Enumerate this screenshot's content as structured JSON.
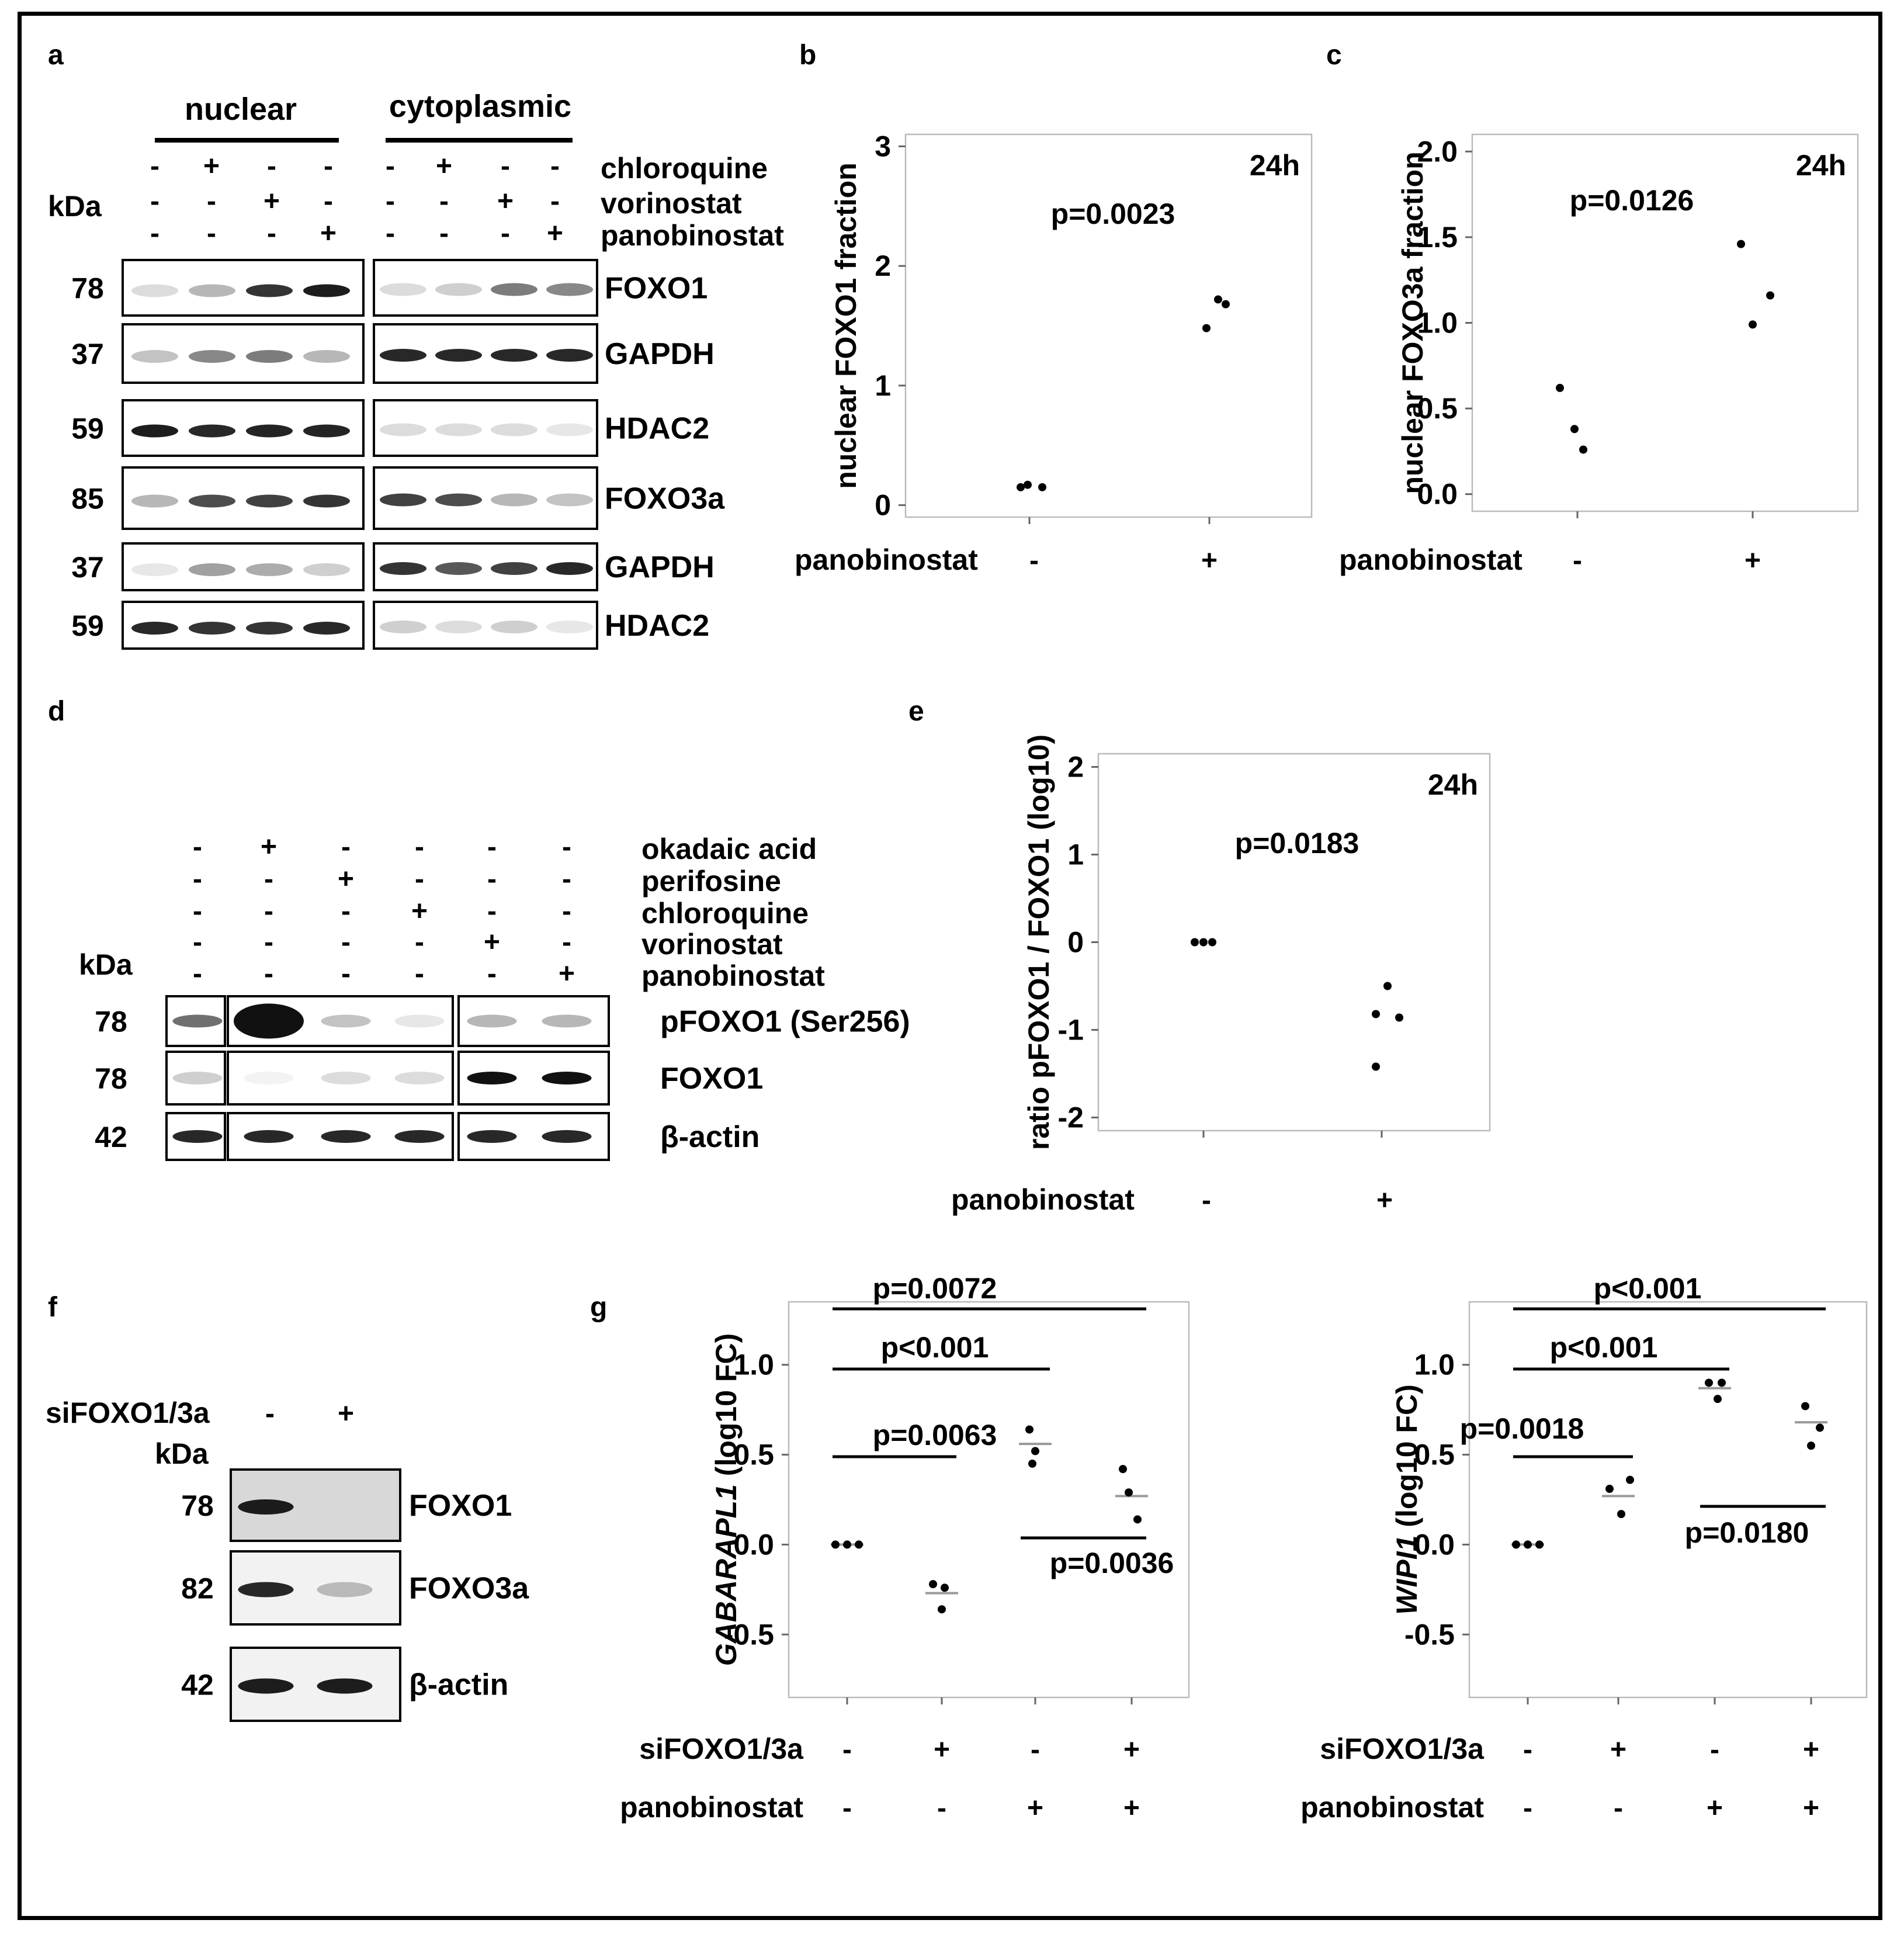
{
  "panels": {
    "a": "a",
    "b": "b",
    "c": "c",
    "d": "d",
    "e": "e",
    "f": "f",
    "g": "g"
  },
  "kda": "kDa",
  "panel_a": {
    "nuclear": "nuclear",
    "cytoplasmic": "cytoplasmic",
    "treatments": [
      "chloroquine",
      "vorinostat",
      "panobinostat"
    ],
    "signs": [
      [
        "-",
        "+",
        "-",
        "-",
        "-",
        "+",
        "-",
        "-"
      ],
      [
        "-",
        "-",
        "+",
        "-",
        "-",
        "-",
        "+",
        "-"
      ],
      [
        "-",
        "-",
        "-",
        "+",
        "-",
        "-",
        "-",
        "+"
      ]
    ],
    "blots": [
      {
        "kda": "78",
        "label": "FOXO1"
      },
      {
        "kda": "37",
        "label": "GAPDH"
      },
      {
        "kda": "59",
        "label": "HDAC2"
      },
      {
        "kda": "85",
        "label": "FOXO3a"
      },
      {
        "kda": "37",
        "label": "GAPDH"
      },
      {
        "kda": "59",
        "label": "HDAC2"
      }
    ]
  },
  "panel_d": {
    "treatments": [
      "okadaic acid",
      "perifosine",
      "chloroquine",
      "vorinostat",
      "panobinostat"
    ],
    "signs": [
      [
        "-",
        "+",
        "-",
        "-",
        "-",
        "-"
      ],
      [
        "-",
        "-",
        "+",
        "-",
        "-",
        "-"
      ],
      [
        "-",
        "-",
        "-",
        "+",
        "-",
        "-"
      ],
      [
        "-",
        "-",
        "-",
        "-",
        "+",
        "-"
      ],
      [
        "-",
        "-",
        "-",
        "-",
        "-",
        "+"
      ]
    ],
    "blots": [
      {
        "kda": "78",
        "label": "pFOXO1 (Ser256)"
      },
      {
        "kda": "78",
        "label": "FOXO1"
      },
      {
        "kda": "42",
        "label": "β-actin"
      }
    ]
  },
  "panel_f": {
    "treatment": "siFOXO1/3a",
    "signs": [
      "-",
      "+"
    ],
    "blots": [
      {
        "kda": "78",
        "label": "FOXO1"
      },
      {
        "kda": "82",
        "label": "FOXO3a"
      },
      {
        "kda": "42",
        "label": "β-actin"
      }
    ]
  },
  "chart_data": [
    {
      "panel": "b",
      "type": "scatter",
      "ylabel": "nuclear FOXO1 fraction",
      "ylim": [
        -0.1,
        3.1
      ],
      "yticks": [
        0,
        1,
        2,
        3
      ],
      "x_row_label": "panobinostat",
      "categories": [
        "-",
        "+"
      ],
      "annotation": "24h",
      "pvalue": "p=0.0023",
      "series": [
        {
          "category": "-",
          "values": [
            0.15,
            0.17,
            0.15
          ]
        },
        {
          "category": "+",
          "values": [
            1.48,
            1.72,
            1.68
          ]
        }
      ]
    },
    {
      "panel": "c",
      "type": "scatter",
      "ylabel": "nuclear FOXO3a fraction",
      "ylim": [
        -0.1,
        2.1
      ],
      "yticks": [
        0.0,
        0.5,
        1.0,
        1.5,
        2.0
      ],
      "ytick_labels": [
        "0.0",
        "0.5",
        "1.0",
        "1.5",
        "2.0"
      ],
      "x_row_label": "panobinostat",
      "categories": [
        "-",
        "+"
      ],
      "annotation": "24h",
      "pvalue": "p=0.0126",
      "series": [
        {
          "category": "-",
          "values": [
            0.62,
            0.38,
            0.26
          ]
        },
        {
          "category": "+",
          "values": [
            1.46,
            0.99,
            1.16
          ]
        }
      ]
    },
    {
      "panel": "e",
      "type": "scatter",
      "ylabel": "ratio pFOXO1 / FOXO1 (log10)",
      "ylim": [
        -2.15,
        2.15
      ],
      "yticks": [
        -2,
        -1,
        0,
        1,
        2
      ],
      "x_row_label": "panobinostat",
      "categories": [
        "-",
        "+"
      ],
      "annotation": "24h",
      "pvalue": "p=0.0183",
      "series": [
        {
          "category": "-",
          "values": [
            0,
            0,
            0
          ]
        },
        {
          "category": "+",
          "values": [
            -0.5,
            -0.82,
            -0.86,
            -1.42
          ]
        }
      ]
    },
    {
      "panel": "g1",
      "type": "scatter",
      "ylabel_italic": "GABARAPL1",
      "ylabel_rest": " (log10 FC)",
      "ylim": [
        -0.85,
        1.35
      ],
      "yticks": [
        -0.5,
        0.0,
        0.5,
        1.0
      ],
      "ytick_labels": [
        "-0.5",
        "0.0",
        "0.5",
        "1.0"
      ],
      "row_labels": [
        "siFOXO1/3a",
        "panobinostat"
      ],
      "sign_rows": [
        [
          "-",
          "+",
          "-",
          "+"
        ],
        [
          "-",
          "-",
          "+",
          "+"
        ]
      ],
      "groups": [
        {
          "values": [
            0,
            0,
            0
          ],
          "mean": 0
        },
        {
          "values": [
            -0.22,
            -0.24,
            -0.36
          ],
          "mean": -0.27
        },
        {
          "values": [
            0.64,
            0.52,
            0.45
          ],
          "mean": 0.56
        },
        {
          "values": [
            0.42,
            0.29,
            0.14
          ],
          "mean": 0.27
        }
      ],
      "comparisons": [
        {
          "from": 0,
          "to": 3,
          "label": "p=0.0072"
        },
        {
          "from": 0,
          "to": 2,
          "label": "p<0.001"
        },
        {
          "from": 0,
          "to": 1,
          "label": "p=0.0063"
        },
        {
          "from": 2,
          "to": 3,
          "label": "p=0.0036"
        }
      ]
    },
    {
      "panel": "g2",
      "type": "scatter",
      "ylabel_italic": "WIPI1",
      "ylabel_rest": " (log10 FC)",
      "ylim": [
        -0.85,
        1.35
      ],
      "yticks": [
        -0.5,
        0.0,
        0.5,
        1.0
      ],
      "ytick_labels": [
        "-0.5",
        "0.0",
        "0.5",
        "1.0"
      ],
      "row_labels": [
        "siFOXO1/3a",
        "panobinostat"
      ],
      "sign_rows": [
        [
          "-",
          "+",
          "-",
          "+"
        ],
        [
          "-",
          "-",
          "+",
          "+"
        ]
      ],
      "groups": [
        {
          "values": [
            0,
            0,
            0
          ],
          "mean": 0
        },
        {
          "values": [
            0.31,
            0.36,
            0.17
          ],
          "mean": 0.27
        },
        {
          "values": [
            0.9,
            0.9,
            0.81
          ],
          "mean": 0.87
        },
        {
          "values": [
            0.77,
            0.65,
            0.55
          ],
          "mean": 0.68
        }
      ],
      "comparisons": [
        {
          "from": 0,
          "to": 3,
          "label": "p<0.001"
        },
        {
          "from": 0,
          "to": 2,
          "label": "p<0.001"
        },
        {
          "from": 0,
          "to": 1,
          "label": "p=0.0018"
        },
        {
          "from": 2,
          "to": 3,
          "label": "p=0.0180"
        }
      ]
    }
  ]
}
